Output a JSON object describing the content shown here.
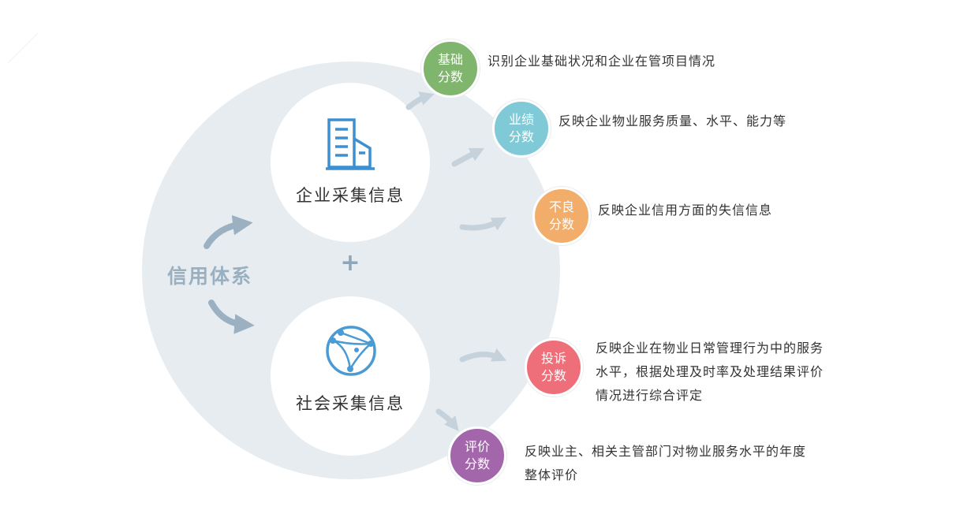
{
  "center_label": "信用体系",
  "plus_sign": "+",
  "sources": [
    {
      "label": "企业采集信息",
      "icon": "building-icon"
    },
    {
      "label": "社会采集信息",
      "icon": "network-globe-icon"
    }
  ],
  "scores": [
    {
      "line1": "基础",
      "line2": "分数",
      "color": "#7fb56c",
      "description": [
        "识别企业基础状况和企业在管项目情况"
      ]
    },
    {
      "line1": "业绩",
      "line2": "分数",
      "color": "#7fcad6",
      "description": [
        "反映企业物业服务质量、水平、能力等"
      ]
    },
    {
      "line1": "不良",
      "line2": "分数",
      "color": "#f3ad6a",
      "description": [
        "反映企业信用方面的失信信息"
      ]
    },
    {
      "line1": "投诉",
      "line2": "分数",
      "color": "#ee6f7a",
      "description": [
        "反映企业在物业日常管理行为中的服务",
        "水平，根据处理及时率及处理结果评价",
        "情况进行综合评定"
      ]
    },
    {
      "line1": "评价",
      "line2": "分数",
      "color": "#a466ab",
      "description": [
        "反映业主、相关主管部门对物业服务水平的年度",
        "整体评价"
      ]
    }
  ],
  "colors": {
    "main_circle": "#e7ecf0",
    "arrow": "#aebfcc",
    "icon_blue": "#3c8fd1"
  }
}
